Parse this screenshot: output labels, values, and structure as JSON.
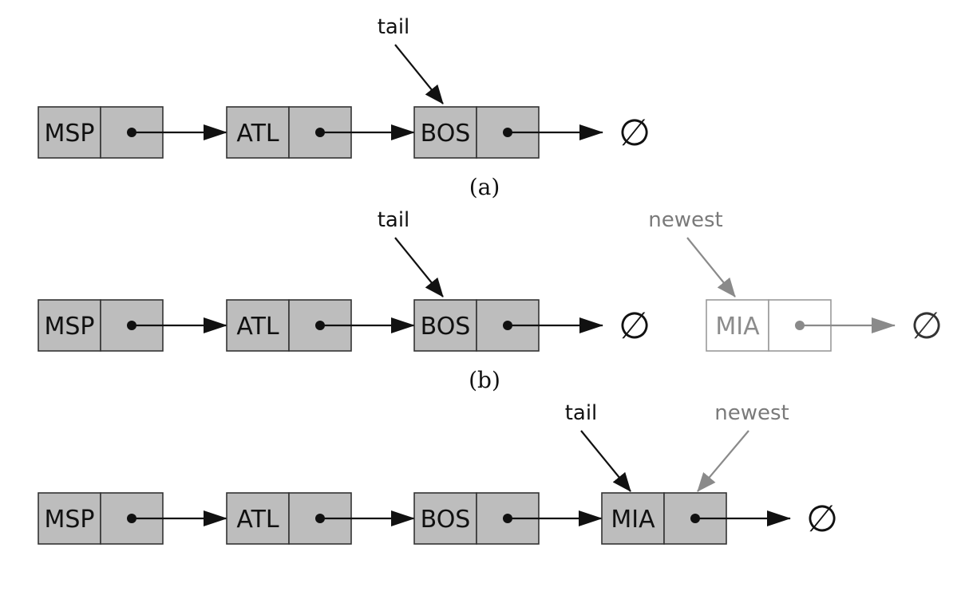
{
  "colors": {
    "node_fill": "#bdbdbd",
    "new_node_fill": "#ffffff",
    "arrow": "#111111",
    "new_arrow": "#8a8a8a"
  },
  "null_symbol": "∅",
  "panels": [
    {
      "caption": "(a)",
      "nodes": [
        "MSP",
        "ATL",
        "BOS"
      ],
      "pointers": [
        {
          "label": "tail",
          "target": "BOS",
          "style": "black"
        }
      ],
      "new_node": null
    },
    {
      "caption": "(b)",
      "nodes": [
        "MSP",
        "ATL",
        "BOS"
      ],
      "pointers": [
        {
          "label": "tail",
          "target": "BOS",
          "style": "black"
        },
        {
          "label": "newest",
          "target": "MIA",
          "style": "gray"
        }
      ],
      "new_node": "MIA"
    },
    {
      "caption": "",
      "nodes": [
        "MSP",
        "ATL",
        "BOS",
        "MIA"
      ],
      "pointers": [
        {
          "label": "tail",
          "target": "MIA",
          "style": "black"
        },
        {
          "label": "newest",
          "target": "MIA",
          "style": "gray"
        }
      ],
      "new_node": null
    }
  ]
}
